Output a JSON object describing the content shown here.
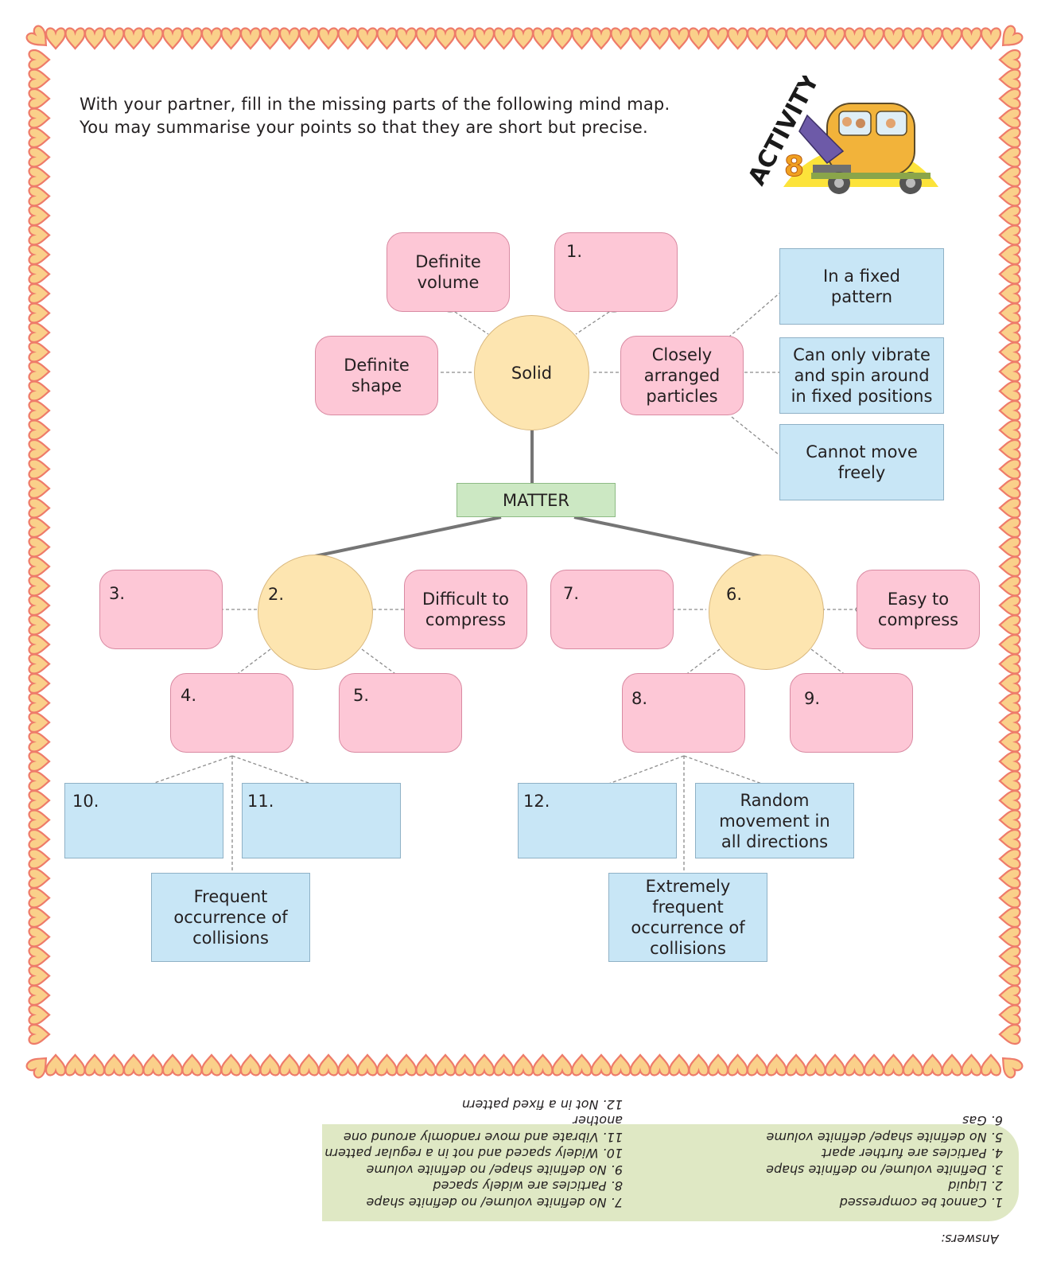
{
  "instructions": {
    "line1": "With your partner, fill in the missing parts of the following mind map.",
    "line2": "You may summarise your points so that they are short but precise."
  },
  "activity_badge": {
    "label": "ACTIVITY",
    "number": "8"
  },
  "mindmap": {
    "root": "MATTER",
    "solid": {
      "label": "Solid",
      "definite_volume": "Definite volume",
      "definite_shape": "Definite shape",
      "blank1": "1.",
      "closely_arranged": "Closely arranged particles",
      "fixed_pattern": "In a fixed pattern",
      "vibrate_spin": "Can only vibrate and spin around in fixed positions",
      "cannot_move": "Cannot move freely"
    },
    "left": {
      "circle": "2.",
      "b3": "3.",
      "difficult": "Difficult to compress",
      "b4": "4.",
      "b5": "5.",
      "b10": "10.",
      "b11": "11.",
      "frequent": "Frequent occurrence of collisions"
    },
    "right": {
      "circle": "6.",
      "b7": "7.",
      "easy": "Easy to compress",
      "b8": "8.",
      "b9": "9.",
      "b12": "12.",
      "random": "Random movement in all directions",
      "extremely": "Extremely frequent occurrence of collisions"
    }
  },
  "answers": {
    "heading": "Answers:",
    "col1": [
      "1. Cannot be compressed",
      "2. Liquid",
      "3. Definite volume/ no definite shape",
      "4. Particles are further apart",
      "5. No definite shape/ definite volume",
      "6. Gas"
    ],
    "col2": [
      "7. No definite volume/ no definite shape",
      "8. Particles are widely spaced",
      "9. No definite shape/ no definite volume",
      "10. Widely spaced and not in a regular pattern",
      "11. Vibrate and move randomly around one another",
      "12. Not in a fixed pattern"
    ]
  },
  "colors": {
    "pink_box": "#fdc7d6",
    "blue_box": "#c8e6f6",
    "circle": "#fde5b0",
    "matter_box": "#cce8c3",
    "border_heart": "#fad08a",
    "border_outline": "#ee7b6a",
    "answer_panel": "#dfe8c4"
  }
}
